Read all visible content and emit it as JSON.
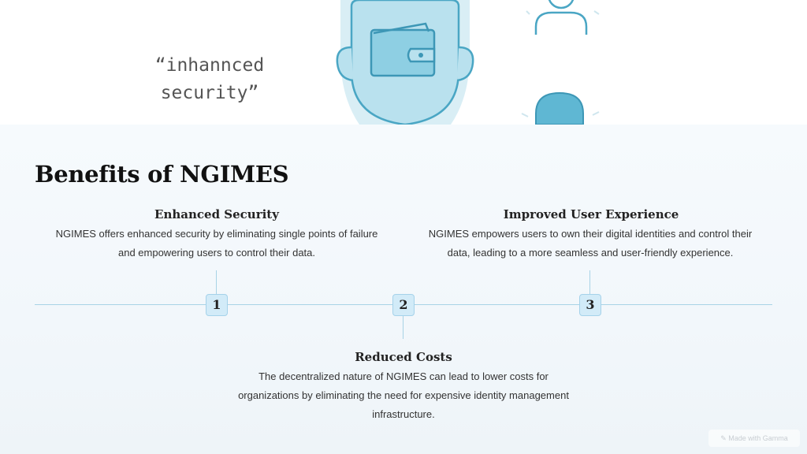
{
  "hero": {
    "quote_line1": "“inhannced",
    "quote_line2": "security”"
  },
  "page_title": "Benefits of NGIMES",
  "items": [
    {
      "number": "1",
      "title": "Enhanced Security",
      "text_line1": "NGIMES offers enhanced security by eliminating single points of failure",
      "text_line2": "and empowering users to control their data."
    },
    {
      "number": "2",
      "title": "Reduced Costs",
      "text_line1": "The decentralized nature of NGIMES can lead to lower costs for",
      "text_line2": "organizations by eliminating the need for expensive identity management",
      "text_line3": "infrastructure."
    },
    {
      "number": "3",
      "title": "Improved User Experience",
      "text_line1": "NGIMES empowers users to own their digital identities and control their",
      "text_line2": "data, leading to a more seamless and user-friendly experience."
    }
  ],
  "badge": "Made with Gamma",
  "colors": {
    "accent": "#a8d3e6",
    "number_bg": "#d2ebf8",
    "illustration": "#5fb7d3"
  }
}
